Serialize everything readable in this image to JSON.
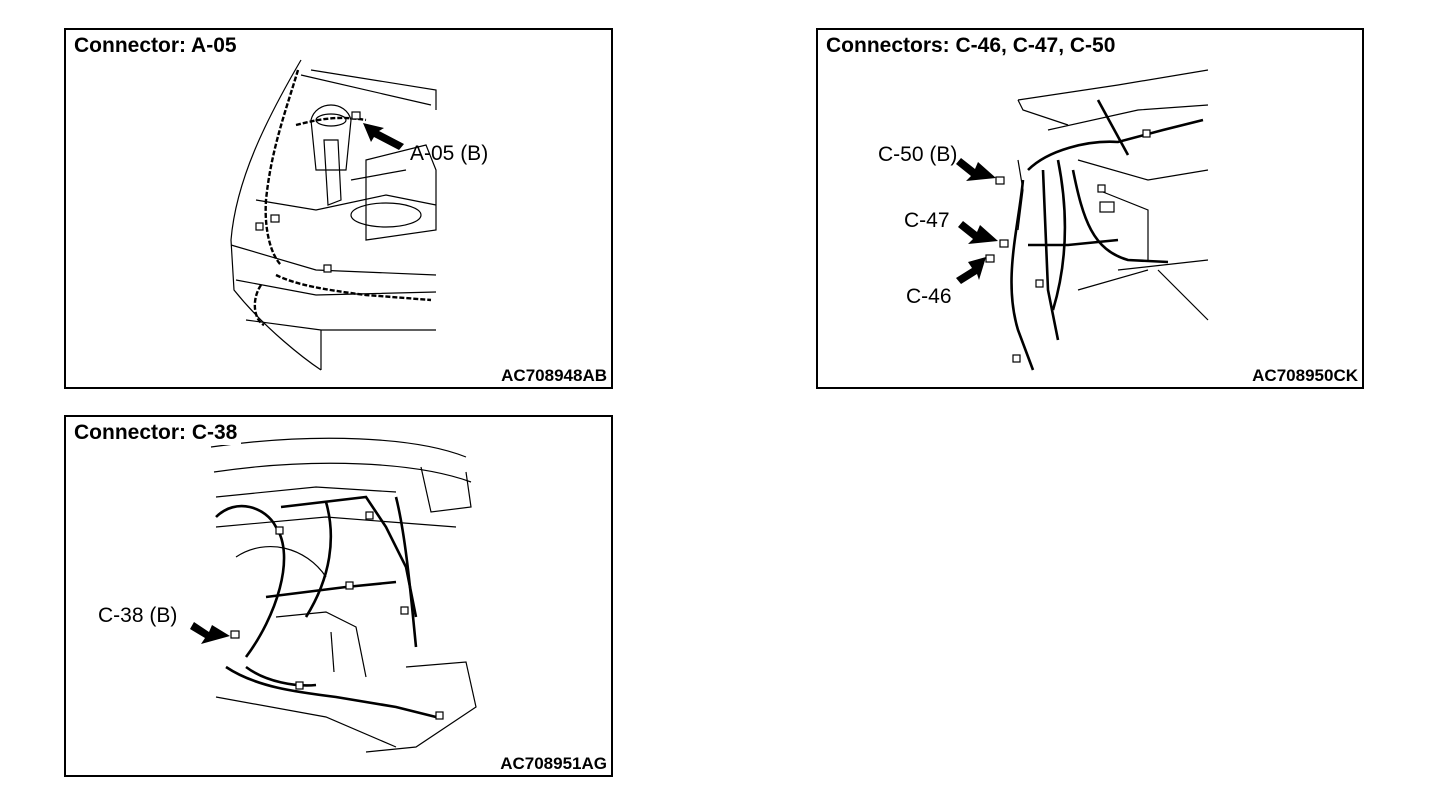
{
  "panels": [
    {
      "title": "Connector: A-05",
      "code": "AC708948AB",
      "callouts": [
        "A-05 (B)"
      ]
    },
    {
      "title": "Connectors: C-46, C-47, C-50",
      "code": "AC708950CK",
      "callouts": [
        "C-50 (B)",
        "C-47",
        "C-46"
      ]
    },
    {
      "title": "Connector: C-38",
      "code": "AC708951AG",
      "callouts": [
        "C-38 (B)"
      ]
    }
  ]
}
